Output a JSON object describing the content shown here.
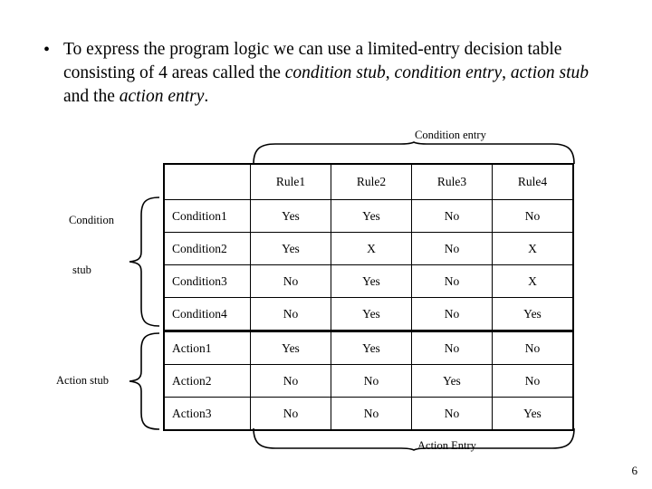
{
  "slide": {
    "bullet": {
      "marker": "•",
      "segments": [
        {
          "text": "To express the program logic we can use a limited-entry decision table consisting of 4 areas called the ",
          "style": "normal"
        },
        {
          "text": "condition stub",
          "style": "italic"
        },
        {
          "text": ", ",
          "style": "normal"
        },
        {
          "text": "condition entry",
          "style": "italic"
        },
        {
          "text": ", ",
          "style": "normal"
        },
        {
          "text": "action stub",
          "style": "italic"
        },
        {
          "text": " and the ",
          "style": "normal"
        },
        {
          "text": "action entry",
          "style": "italic"
        },
        {
          "text": ".",
          "style": "normal"
        }
      ]
    },
    "labels": {
      "condition_entry": "Condition entry",
      "condition_stub_line1": "Condition",
      "condition_stub_line2": "stub",
      "action_stub": "Action stub",
      "action_entry": "Action Entry"
    },
    "page_number": "6"
  },
  "table": {
    "corner_label": "",
    "columns": [
      "Rule1",
      "Rule2",
      "Rule3",
      "Rule4"
    ],
    "condition_rows": [
      {
        "label": "Condition1",
        "values": [
          "Yes",
          "Yes",
          "No",
          "No"
        ]
      },
      {
        "label": "Condition2",
        "values": [
          "Yes",
          "X",
          "No",
          "X"
        ]
      },
      {
        "label": "Condition3",
        "values": [
          "No",
          "Yes",
          "No",
          "X"
        ]
      },
      {
        "label": "Condition4",
        "values": [
          "No",
          "Yes",
          "No",
          "Yes"
        ]
      }
    ],
    "action_rows": [
      {
        "label": "Action1",
        "values": [
          "Yes",
          "Yes",
          "No",
          "No"
        ]
      },
      {
        "label": "Action2",
        "values": [
          "No",
          "No",
          "Yes",
          "No"
        ]
      },
      {
        "label": "Action3",
        "values": [
          "No",
          "No",
          "No",
          "Yes"
        ]
      }
    ]
  }
}
